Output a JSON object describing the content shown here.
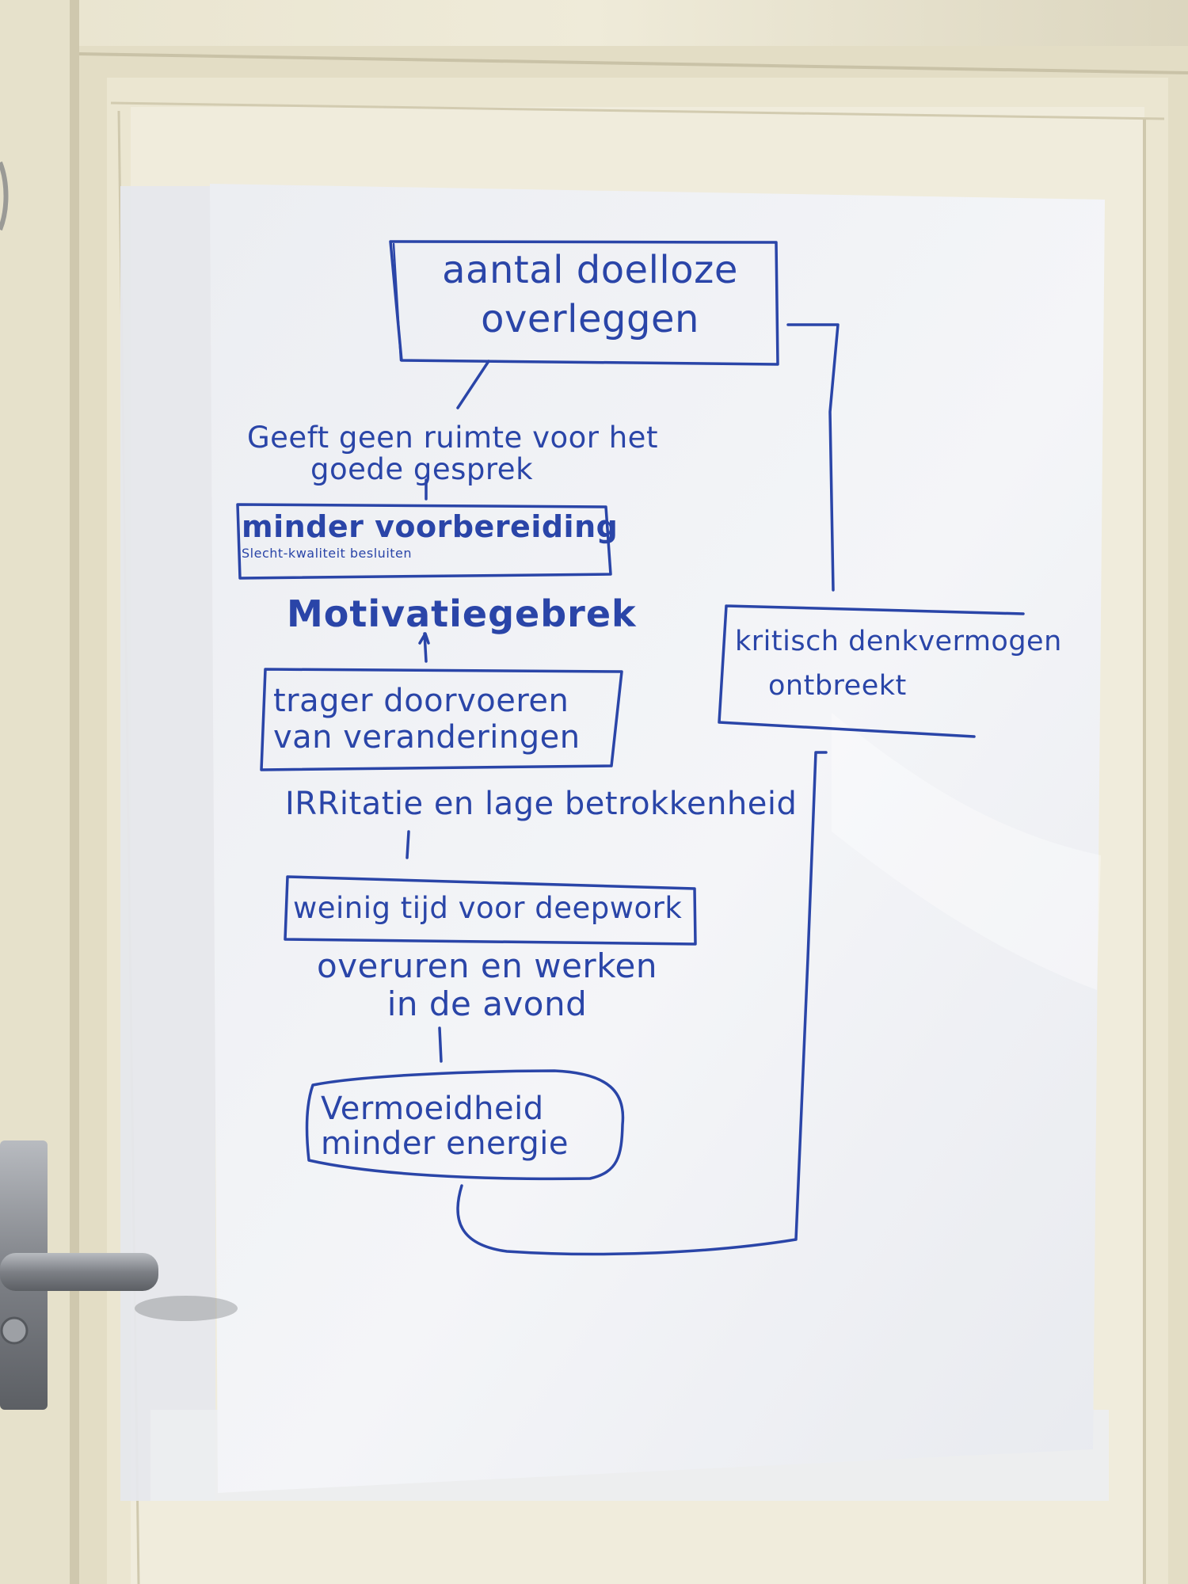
{
  "diagram": {
    "top_box": {
      "line1": "aantal doelloze",
      "line2": "overleggen"
    },
    "step1_label": {
      "line1": "Geeft geen ruimte voor het",
      "line2": "goede gesprek"
    },
    "box2": {
      "line1": "minder voorbereiding",
      "line2": "Slecht-kwaliteit besluiten"
    },
    "step2_label": "Motivatiegebrek",
    "box3": {
      "line1": "trager doorvoeren",
      "line2": "van veranderingen"
    },
    "step3_label": "IRRitatie en lage betrokkenheid",
    "box4": "weinig tijd voor deepwork",
    "step4_label": {
      "line1": "overuren en werken",
      "line2": "in de avond"
    },
    "box5": {
      "line1": "Vermoeidheid",
      "line2": "minder energie"
    },
    "side_box": {
      "line1": "kritisch denkvermogen",
      "line2": "ontbreekt"
    }
  },
  "colors": {
    "marker": "#2a45a8",
    "paper": "#f2f3f6",
    "door": "#ece7d2",
    "frame": "#e4dfc8",
    "handle": "#8c8f94"
  },
  "icons": {
    "door_handle": "door-handle-icon"
  }
}
